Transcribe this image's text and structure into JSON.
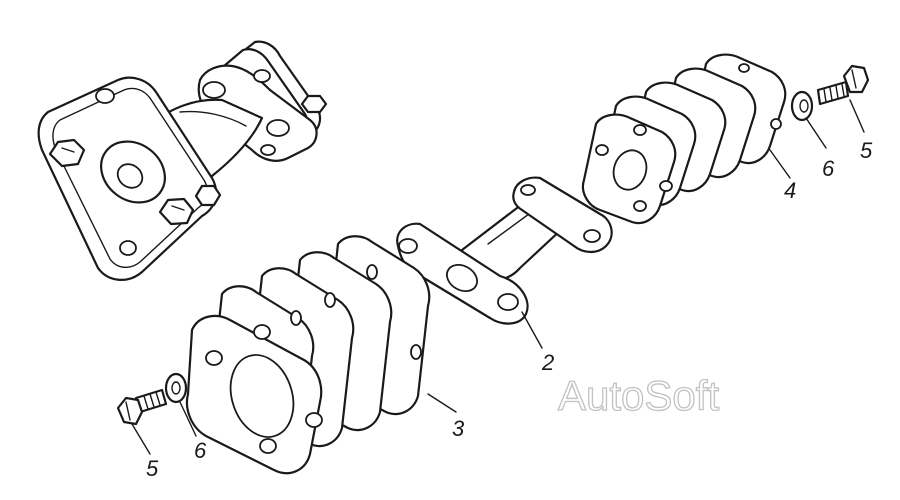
{
  "callouts": {
    "pipe": "2",
    "gaskets_front": "3",
    "gaskets_rear": "4",
    "bolt_right": "5",
    "washer_right": "6",
    "bolt_left": "5",
    "washer_left": "6"
  },
  "watermark": "AutoSoft"
}
